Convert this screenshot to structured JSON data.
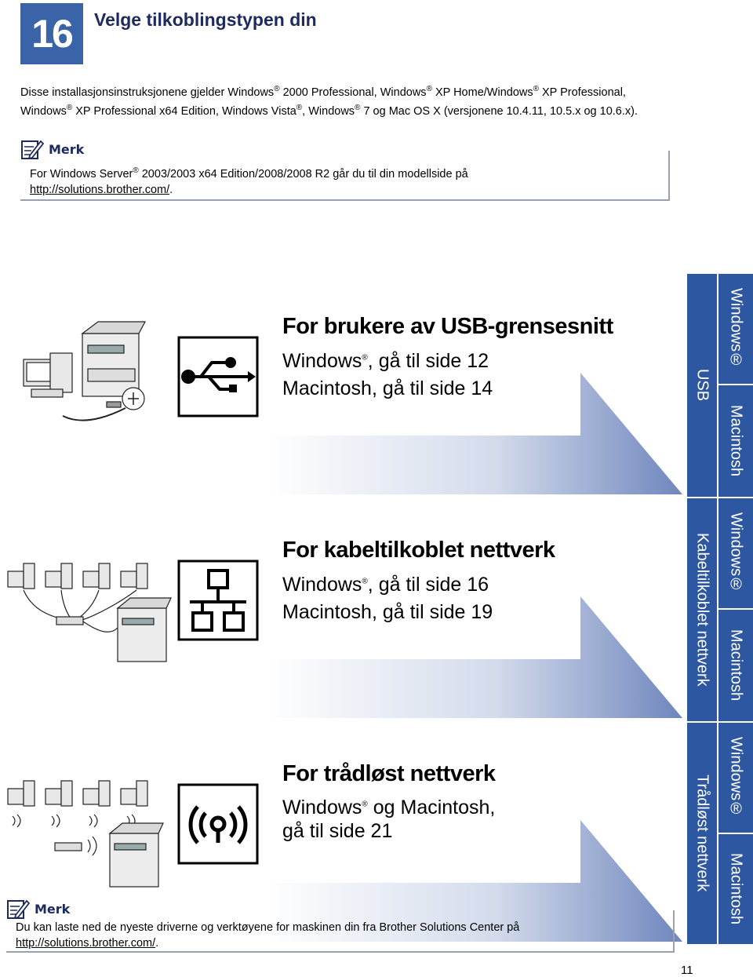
{
  "header": {
    "step_number": "16",
    "title": "Velge tilkoblingstypen din"
  },
  "intro": {
    "p1": "Disse installasjonsinstruksjonene gjelder Windows",
    "p2": " 2000 Professional, Windows",
    "p3": " XP Home/Windows",
    "p4": " XP Professional, Windows",
    "p5": " XP Professional x64 Edition, Windows Vista",
    "p6": ", Windows",
    "p7": " 7 og Mac OS X (versjonene 10.4.11, 10.5.x og 10.6.x).",
    "reg": "®"
  },
  "note1": {
    "label": "Merk",
    "text_a": "For Windows Server",
    "text_b": " 2003/2003 x64 Edition/2008/2008 R2 går du til din modellside på",
    "url": "http://solutions.brother.com/",
    "url_suffix": "."
  },
  "sections": {
    "usb": {
      "heading": "For brukere av USB-grensesnitt",
      "line1_a": "Windows",
      "line1_b": ", gå til side 12",
      "line2": "Macintosh, gå til side 14"
    },
    "wired": {
      "heading": "For kabeltilkoblet nettverk",
      "line1_a": "Windows",
      "line1_b": ", gå til side 16",
      "line2": "Macintosh, gå til side 19"
    },
    "wireless": {
      "heading": "For trådløst nettverk",
      "line1_a": "Windows",
      "line1_b": " og Macintosh,",
      "line2": "gå til side 21"
    }
  },
  "tabs": {
    "usb": "USB",
    "wired": "Kabeltilkoblet nettverk",
    "wireless": "Trådløst nettverk",
    "windows": "Windows",
    "reg": "®",
    "macintosh": "Macintosh"
  },
  "note2": {
    "label": "Merk",
    "text": "Du kan laste ned de nyeste driverne og verktøyene for maskinen din fra Brother Solutions Center på",
    "url": "http://solutions.brother.com/",
    "url_suffix": "."
  },
  "page_number": "11",
  "colors": {
    "accent": "#2e57a1",
    "arrow_light": "#c9d2e6",
    "arrow_dark": "#7489bd",
    "title": "#1d2a5e"
  }
}
